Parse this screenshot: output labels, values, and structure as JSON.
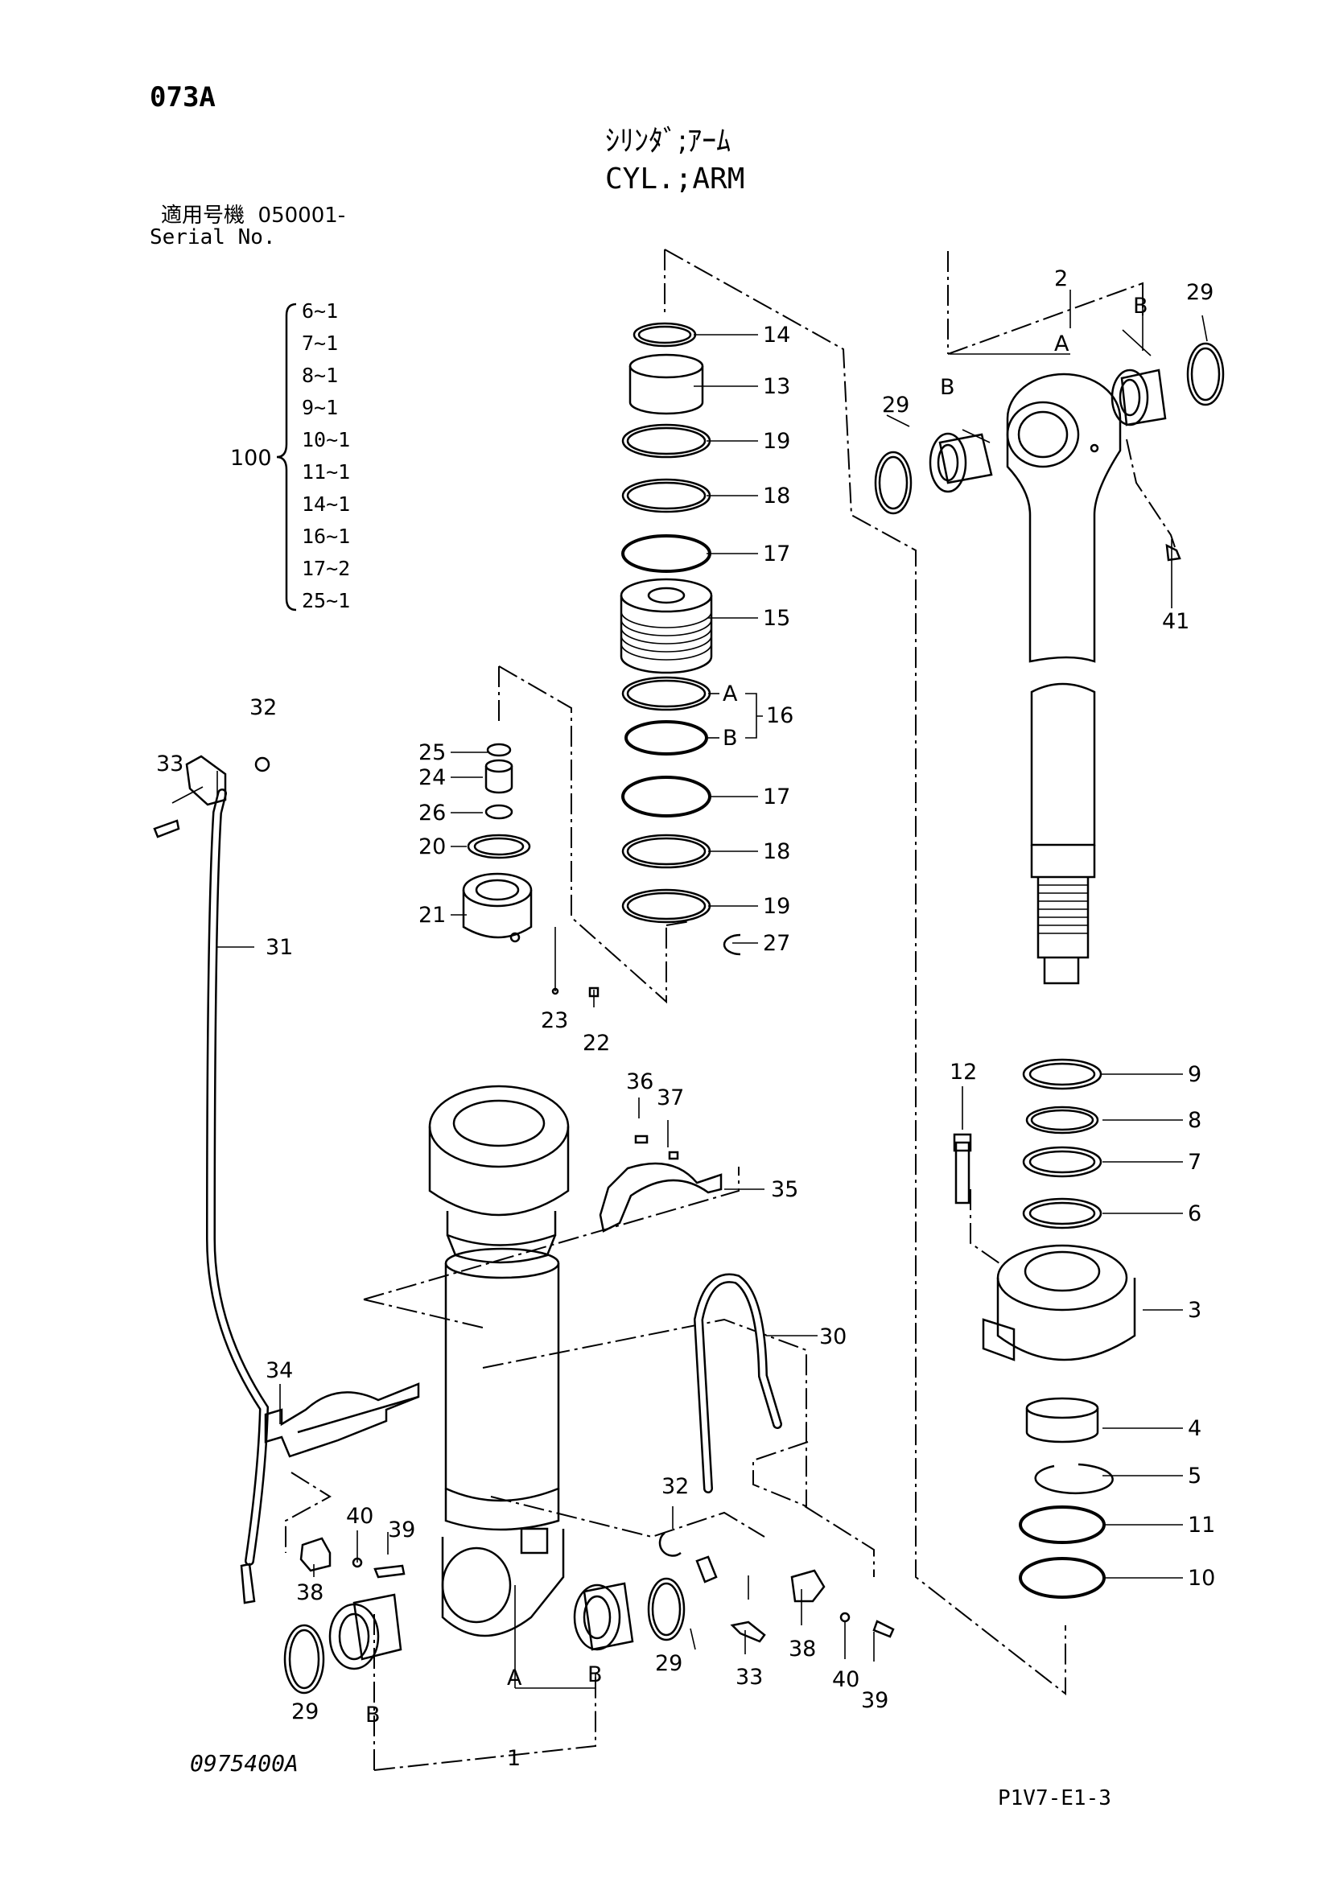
{
  "header": {
    "page_code": "073A",
    "title_ja": "ｼﾘﾝﾀﾞ;ｱｰﾑ",
    "title_en": "CYL.;ARM",
    "serial_ja": "適用号機",
    "serial_value": "050001-",
    "serial_en": "Serial No."
  },
  "kit": {
    "label": "100",
    "items": [
      "6~1",
      "7~1",
      "8~1",
      "9~1",
      "10~1",
      "11~1",
      "14~1",
      "16~1",
      "17~2",
      "25~1"
    ]
  },
  "callouts": {
    "c14": "14",
    "c13": "13",
    "c19a": "19",
    "c18a": "18",
    "c17a": "17",
    "c15": "15",
    "c16": "16",
    "c16A": "A",
    "c16B": "B",
    "c17b": "17",
    "c18b": "18",
    "c19b": "19",
    "c27": "27",
    "c25": "25",
    "c24": "24",
    "c26": "26",
    "c20": "20",
    "c21": "21",
    "c23": "23",
    "c22": "22",
    "c2": "2",
    "c2A": "A",
    "c2B1": "B",
    "c2B2": "B",
    "c29a": "29",
    "c29b": "29",
    "c41": "41",
    "c12": "12",
    "c9": "9",
    "c8": "8",
    "c7": "7",
    "c6": "6",
    "c3": "3",
    "c4": "4",
    "c5": "5",
    "c11": "11",
    "c10": "10",
    "c32a": "32",
    "c33a": "33",
    "c31": "31",
    "c36": "36",
    "c37": "37",
    "c35": "35",
    "c30": "30",
    "c34": "34",
    "c40a": "40",
    "c39a": "39",
    "c38a": "38",
    "c32b": "32",
    "c33b": "33",
    "c38b": "38",
    "c40b": "40",
    "c39b": "39",
    "c29c": "29",
    "c29d": "29",
    "c1A": "A",
    "c1B1": "B",
    "c1B2": "B",
    "c1": "1"
  },
  "footer": {
    "drawing_no": "0975400A",
    "sheet_ref": "P1V7-E1-3"
  }
}
